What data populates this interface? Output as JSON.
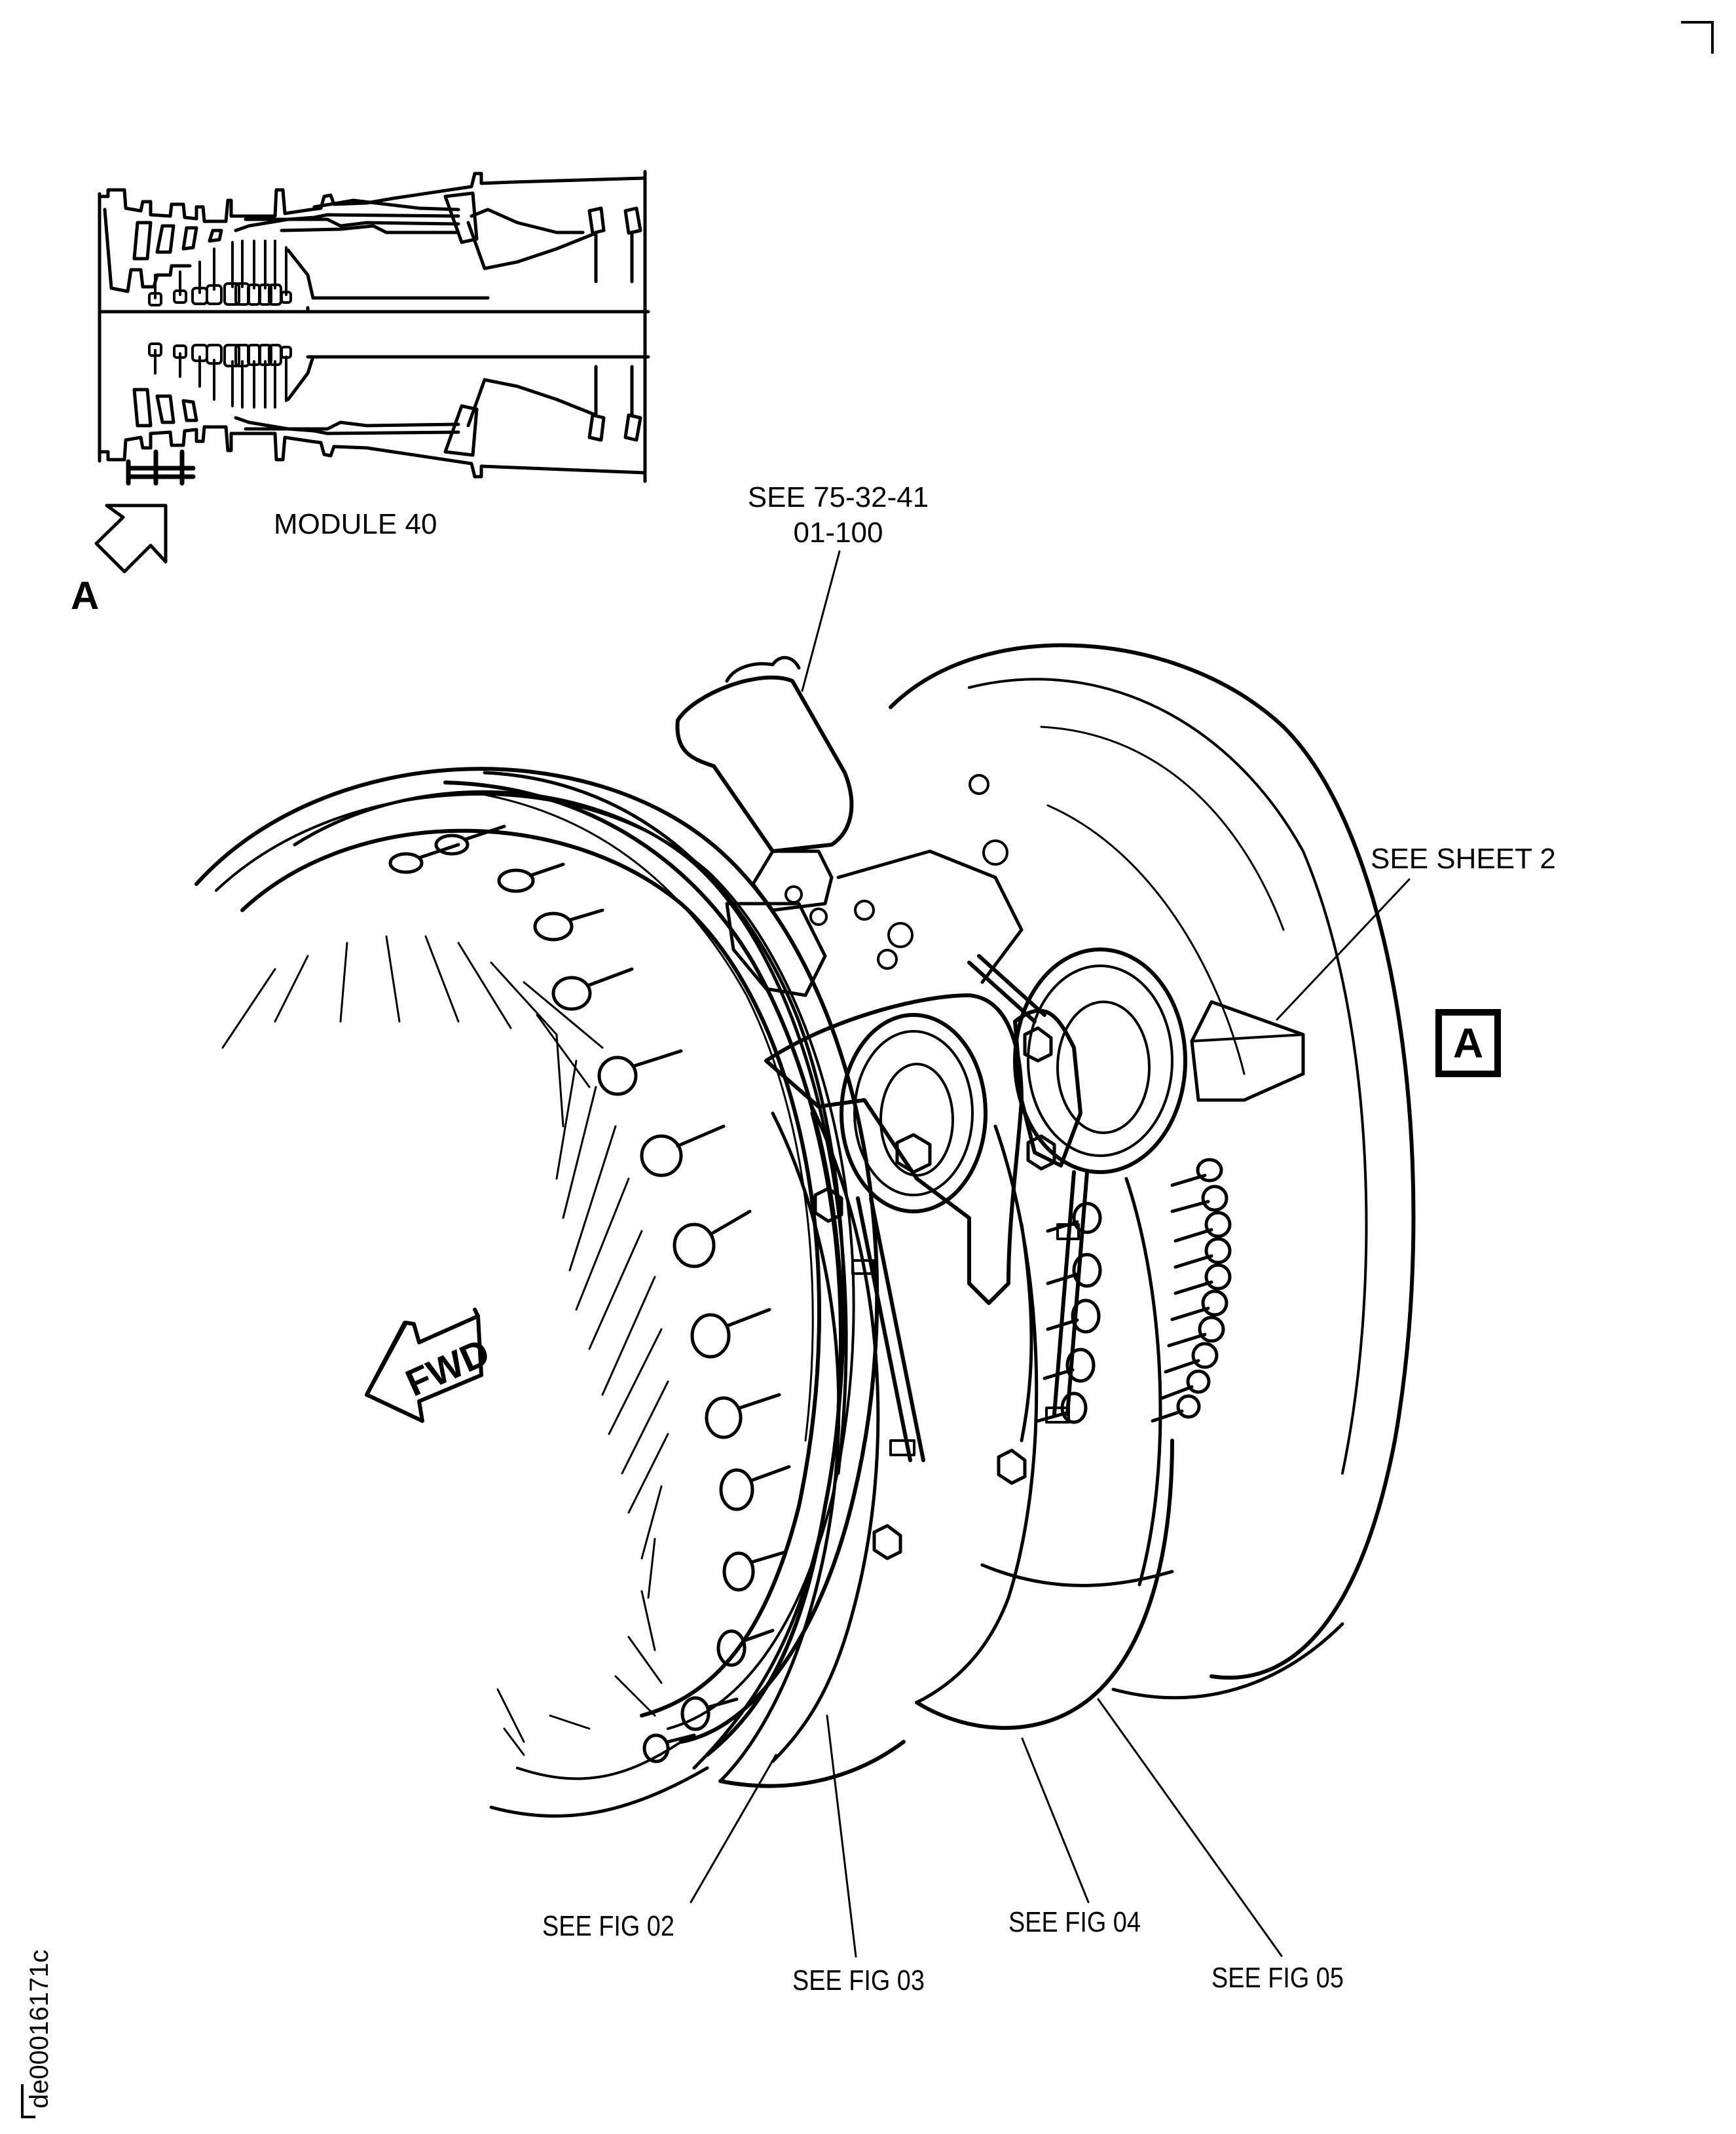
{
  "figure": {
    "inset": {
      "title": "MODULE 40",
      "view_marker": "A"
    },
    "callouts": {
      "actuator_ref_line1": "SEE 75-32-41",
      "actuator_ref_line2": "01-100",
      "sheet_ref": "SEE SHEET 2",
      "fig_02": "SEE FIG 02",
      "fig_03": "SEE FIG 03",
      "fig_04": "SEE FIG 04",
      "fig_05": "SEE FIG 05"
    },
    "view_box_label": "A",
    "direction_arrow": "FWD",
    "document_id": "de00016171c"
  }
}
